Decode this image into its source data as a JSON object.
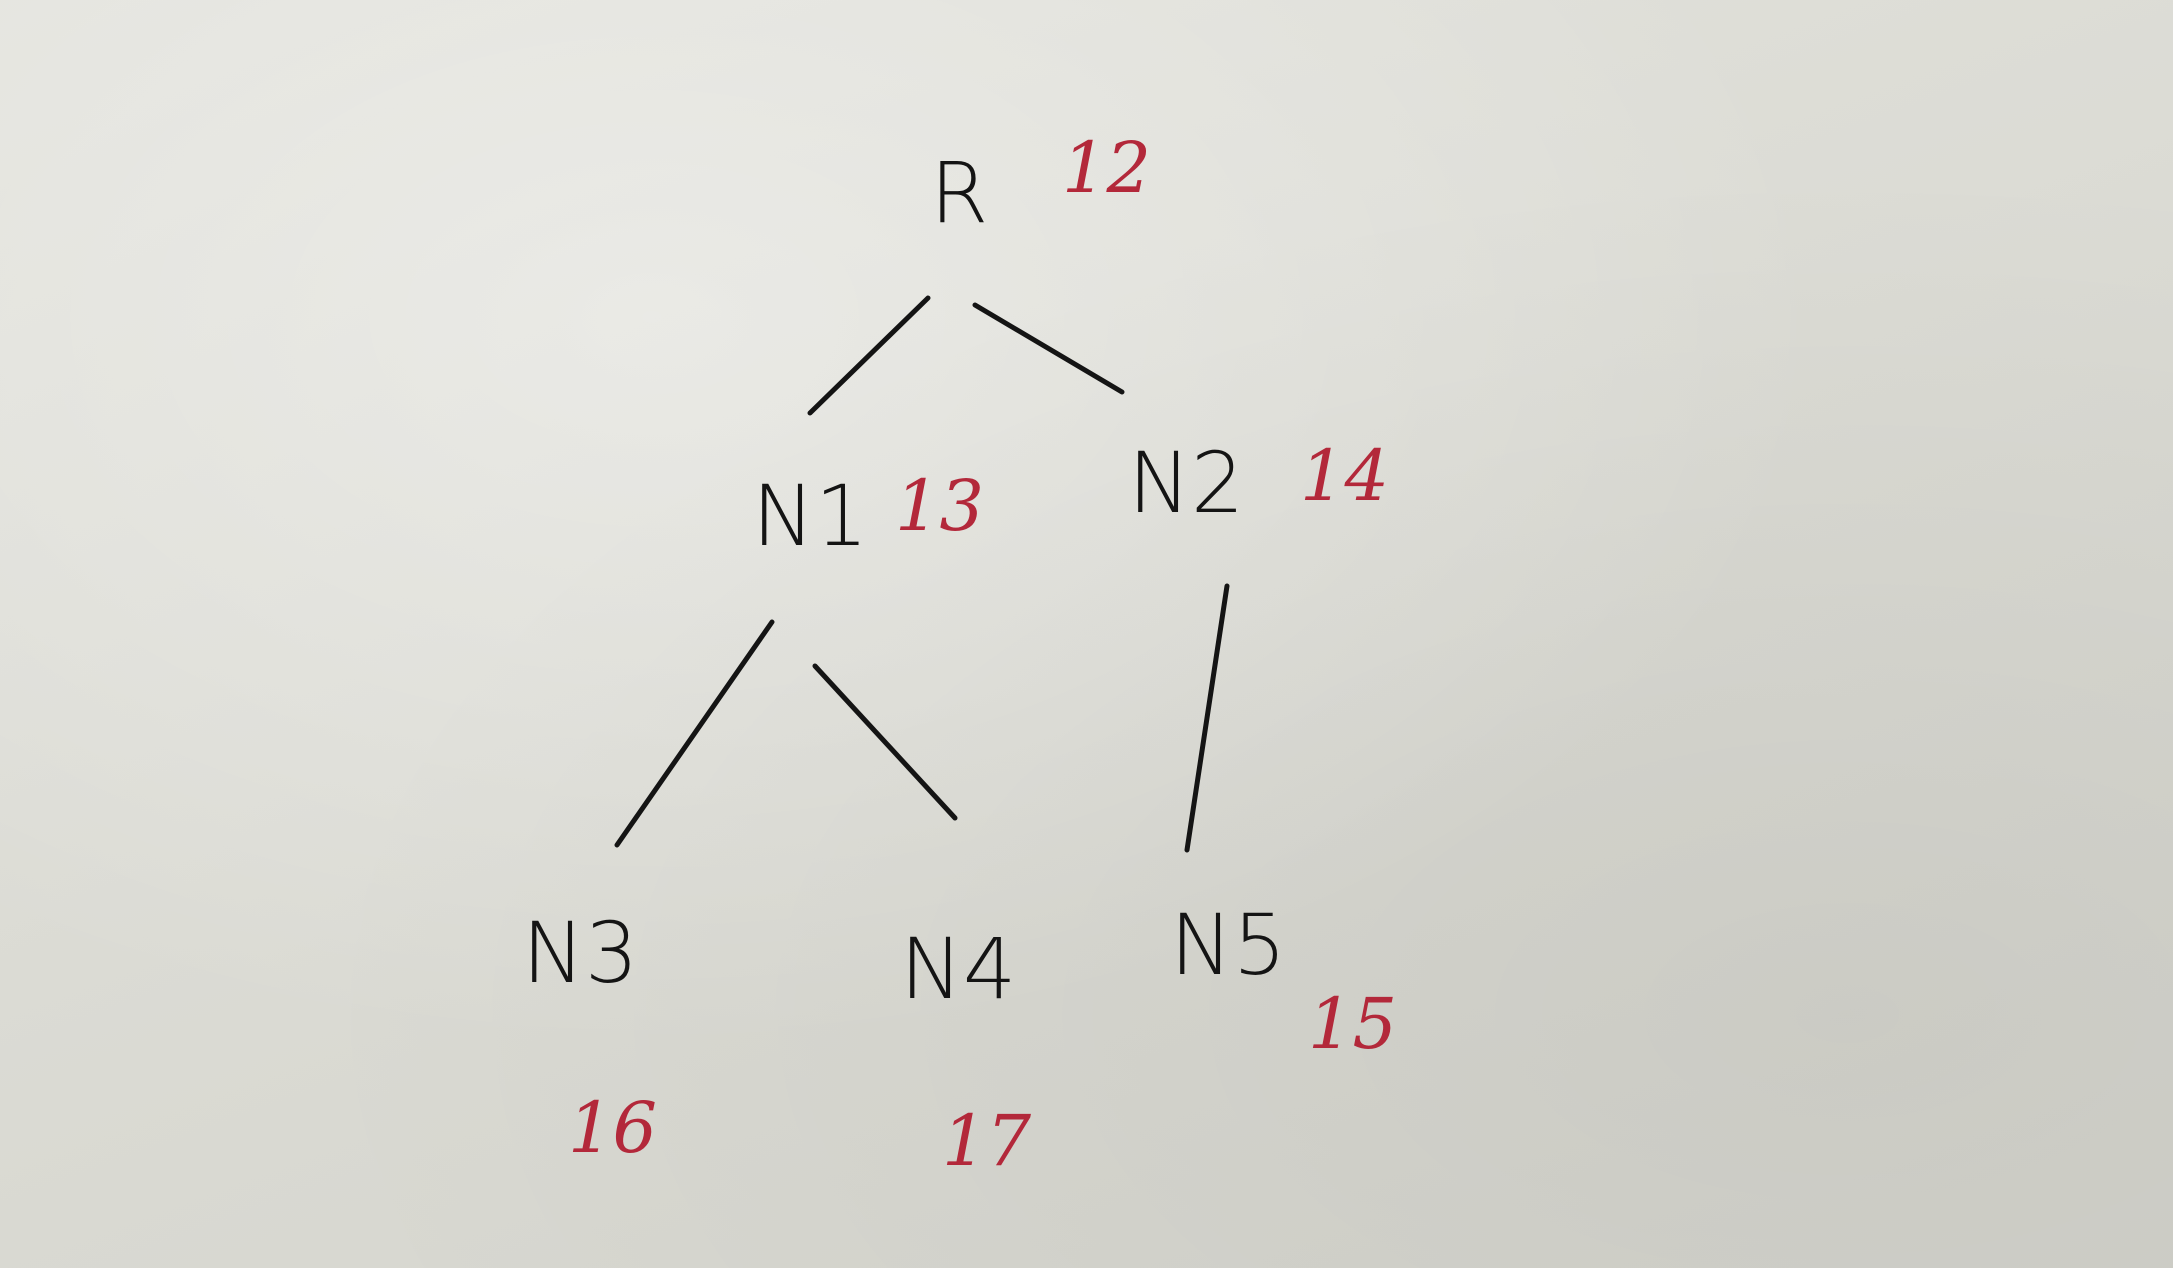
{
  "diagram": {
    "type": "tree",
    "ink_color": "#141414",
    "value_color": "#b3283a",
    "nodes": [
      {
        "id": "R",
        "label": "R",
        "value": "12",
        "parent": null
      },
      {
        "id": "N1",
        "label": "N1",
        "value": "13",
        "parent": "R"
      },
      {
        "id": "N2",
        "label": "N2",
        "value": "14",
        "parent": "R"
      },
      {
        "id": "N3",
        "label": "N3",
        "value": "16",
        "parent": "N1"
      },
      {
        "id": "N4",
        "label": "N4",
        "value": "17",
        "parent": "N1"
      },
      {
        "id": "N5",
        "label": "N5",
        "value": "15",
        "parent": "N2"
      }
    ],
    "edges": [
      {
        "from": "R",
        "to": "N1"
      },
      {
        "from": "R",
        "to": "N2"
      },
      {
        "from": "N1",
        "to": "N3"
      },
      {
        "from": "N1",
        "to": "N4"
      },
      {
        "from": "N2",
        "to": "N5"
      }
    ]
  }
}
